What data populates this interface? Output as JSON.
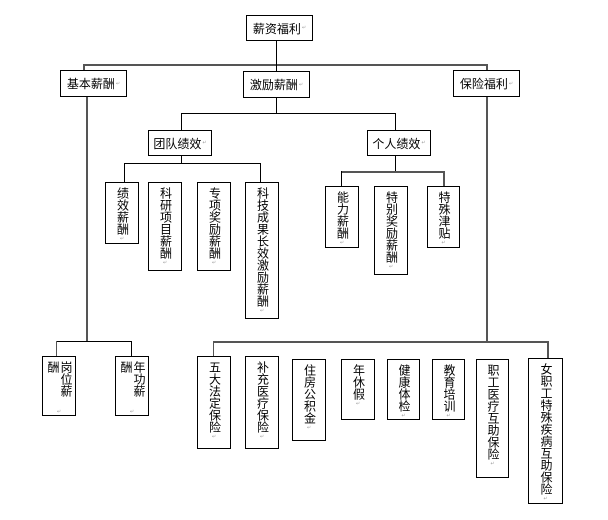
{
  "root": {
    "label": "薪资福利"
  },
  "level1": [
    {
      "label": "基本薪酬"
    },
    {
      "label": "激励薪酬"
    },
    {
      "label": "保险福利"
    }
  ],
  "incentive_groups": [
    {
      "label": "团队绩效"
    },
    {
      "label": "个人绩效"
    }
  ],
  "team_items": [
    {
      "label": "绩效薪酬"
    },
    {
      "label": "科研项目薪酬"
    },
    {
      "label": "专项奖励薪酬"
    },
    {
      "label": "科技成果长效激励薪酬"
    }
  ],
  "individual_items": [
    {
      "label": "能力薪酬"
    },
    {
      "label": "特别奖励薪酬"
    },
    {
      "label": "特殊津贴"
    }
  ],
  "basic_items": [
    {
      "label": "岗位薪酬"
    },
    {
      "label": "年功薪酬"
    }
  ],
  "insurance_items": [
    {
      "label": "五大法定保险"
    },
    {
      "label": "补充医疗保险"
    },
    {
      "label": "住房公积金"
    },
    {
      "label": "年休假"
    },
    {
      "label": "健康体检"
    },
    {
      "label": "教育培训"
    },
    {
      "label": "职工医疗互助保险"
    },
    {
      "label": "女职工特殊疾病互助保险"
    }
  ],
  "paragraph_mark": "↵"
}
